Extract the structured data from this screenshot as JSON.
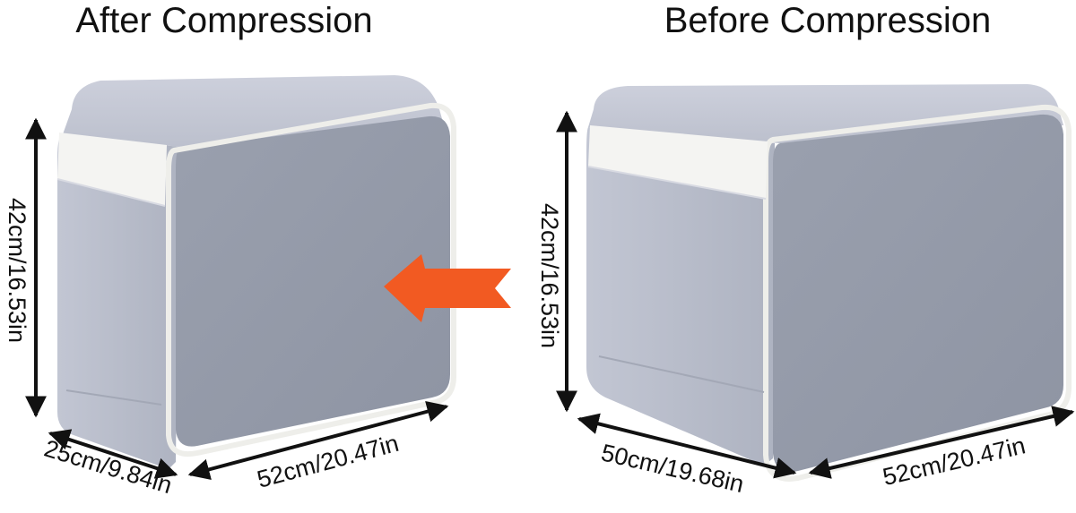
{
  "after": {
    "title": "After Compression",
    "height_label": "42cm/16.53in",
    "depth_label": "25cm/9.84in",
    "width_label": "52cm/20.47in"
  },
  "before": {
    "title": "Before Compression",
    "height_label": "42cm/16.53in",
    "depth_label": "50cm/19.68in",
    "width_label": "52cm/20.47in"
  },
  "colors": {
    "bag_front": "#959ba9",
    "bag_side": "#b9bdcb",
    "bag_top": "#c3c7d4",
    "piping": "#eeeeea",
    "arrow": "#f25a22",
    "text": "#111111"
  },
  "icons": {
    "compression_direction": "orange-left-arrow-icon"
  }
}
